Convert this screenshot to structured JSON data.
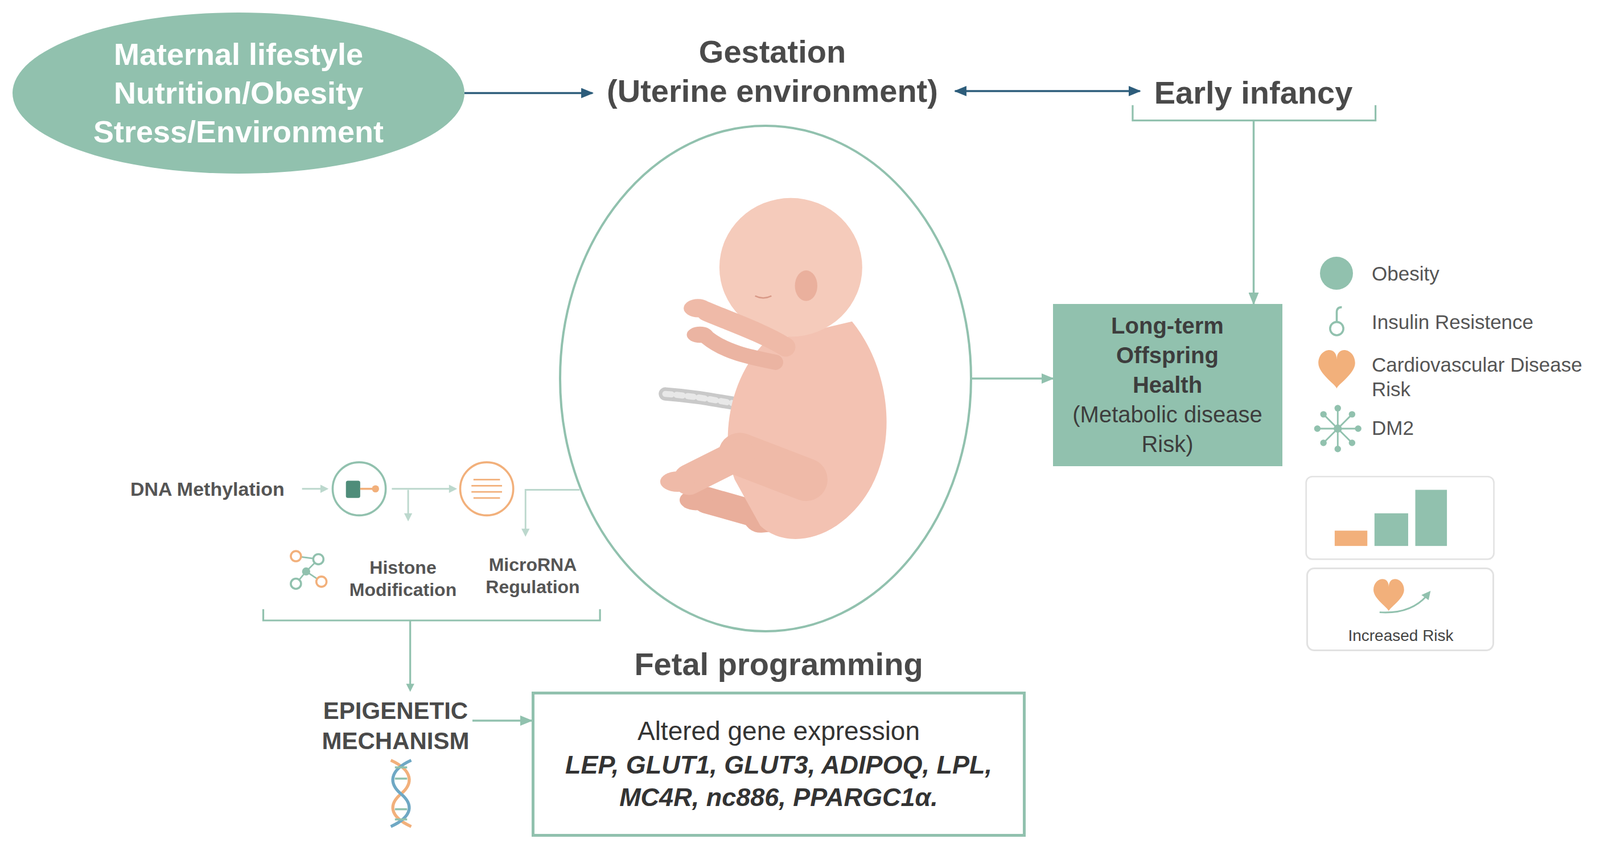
{
  "diagram": {
    "nodes": [
      {
        "text": [
          "Maternal lifestyle Nutrition/Obesity Stress/Environment"
        ]
      },
      {
        "text": [
          "Gestation",
          "(Uterine environment)"
        ]
      },
      {
        "text": [
          "Early infancy"
        ]
      },
      {
        "text": [
          "Long-term Offspring Health",
          "(Metabolic disease Risk)"
        ]
      },
      {
        "text": [
          "Increased Risk"
        ]
      },
      {
        "text": [
          "EPIGENETIC MECHANISM"
        ]
      },
      {
        "text": [
          "Fetal programming",
          "Altered gene expression",
          "LEP, GLUT1, GLUT3, ADIPOQ, LPL, MC4R, nc886, PPARGC1α."
        ]
      }
    ],
    "edges": [
      {
        "from": 0,
        "to": 1,
        "arrow": "to"
      },
      {
        "from": 1,
        "to": 2,
        "arrow": "both"
      },
      {
        "from": 2,
        "to": 3,
        "arrow": "to"
      },
      {
        "from": 1,
        "to": 3,
        "arrow": "to"
      },
      {
        "from": 5,
        "to": 6,
        "arrow": "to"
      }
    ],
    "labels": [
      "DNA Methylation",
      "Histone Modification",
      "MicroRNA Regulation"
    ],
    "legend": [
      {
        "text": "Obesity",
        "color": "#91c1ae"
      },
      {
        "text": "Insulin Resistence"
      },
      {
        "text": "Cardiovascular Disease Risk"
      },
      {
        "text": "DM2"
      }
    ]
  }
}
